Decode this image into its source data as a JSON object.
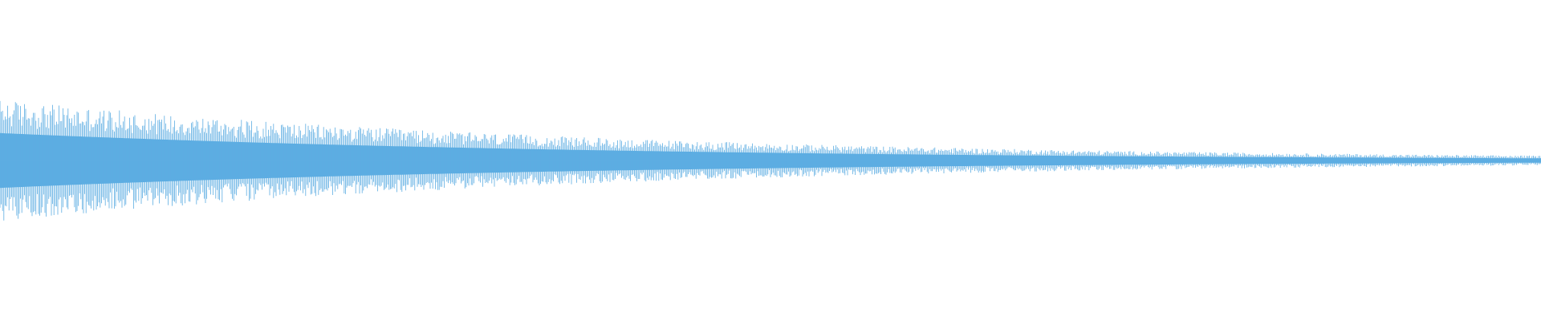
{
  "waveform": {
    "color": "#5DADE2",
    "background": "#FFFFFF",
    "envelope_start": 0.38,
    "envelope_end": 0.03,
    "decay": "exponential"
  }
}
